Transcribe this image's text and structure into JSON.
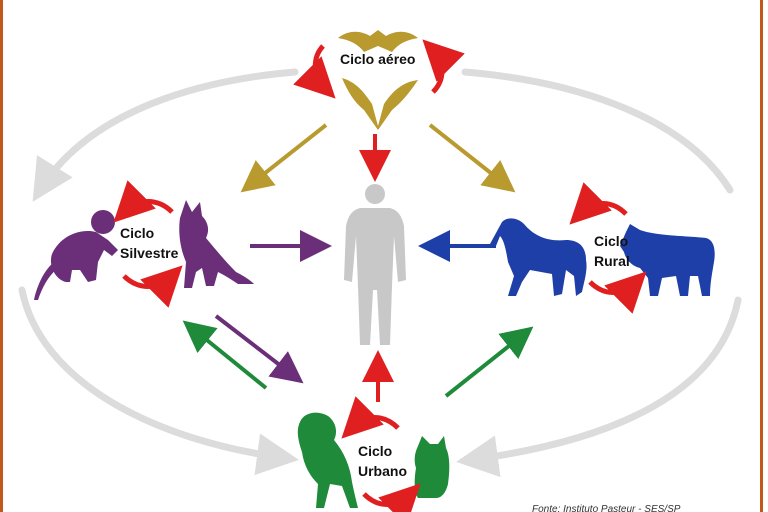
{
  "cycles": {
    "aereo": {
      "label": "Ciclo aéreo",
      "color": "#b89a2e"
    },
    "silvestre": {
      "label_line1": "Ciclo",
      "label_line2": "Silvestre",
      "color": "#6b2f7a"
    },
    "rural": {
      "label_line1": "Ciclo",
      "label_line2": "Rural",
      "color": "#1f3fa8"
    },
    "urbano": {
      "label_line1": "Ciclo",
      "label_line2": "Urbano",
      "color": "#1e8a3a"
    }
  },
  "cycle_arrow_color": "#e02020",
  "human_color": "#c8c8c8",
  "ellipse_color": "#dcdcdc",
  "border_color": "#c0591a",
  "source_text": "Fonte: Instituto Pasteur - SES/SP"
}
